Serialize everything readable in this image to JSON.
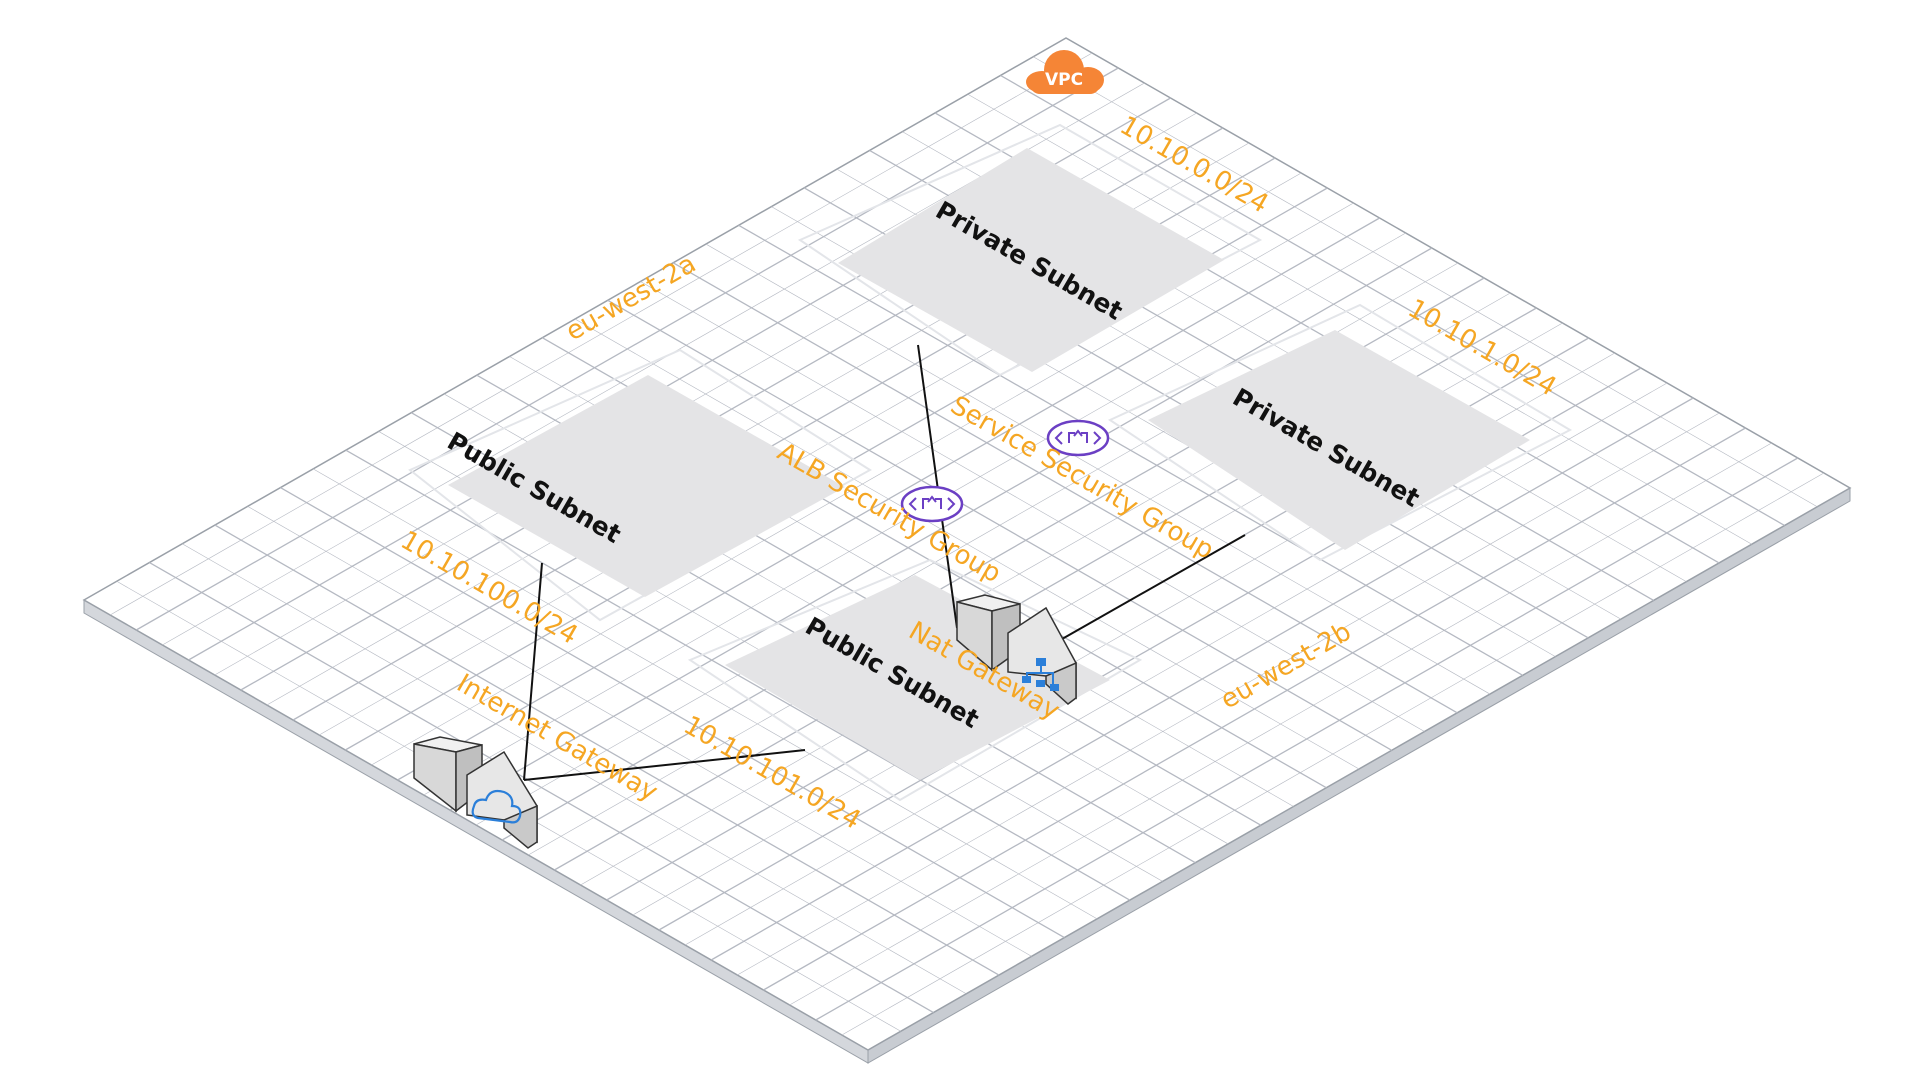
{
  "vpc": {
    "badge": "VPC",
    "badge_color": "#f58536"
  },
  "colors": {
    "label": "#f5a623",
    "subnet_fill": "#e4e4e6",
    "grid_line": "#b5b9c2",
    "security_group_icon": "#6b3fc4",
    "device_icon": "#2b7fd9"
  },
  "availability_zones": {
    "a": "eu-west-2a",
    "b": "eu-west-2b"
  },
  "subnets": {
    "private_a": {
      "name": "Private Subnet",
      "cidr": "10.10.0.0/24"
    },
    "private_b": {
      "name": "Private Subnet",
      "cidr": "10.10.1.0/24"
    },
    "public_a": {
      "name": "Public Subnet",
      "cidr": "10.10.100.0/24"
    },
    "public_b": {
      "name": "Public Subnet",
      "cidr": "10.10.101.0/24"
    }
  },
  "security_groups": {
    "alb": "ALB Security Group",
    "service": "Service  Security Group",
    "icon": "security-group-icon"
  },
  "devices": {
    "internet_gateway": {
      "label": "Internet Gateway",
      "icon": "cloud-icon"
    },
    "nat_gateway": {
      "label": "Nat Gateway",
      "icon": "network-hierarchy-icon"
    }
  }
}
